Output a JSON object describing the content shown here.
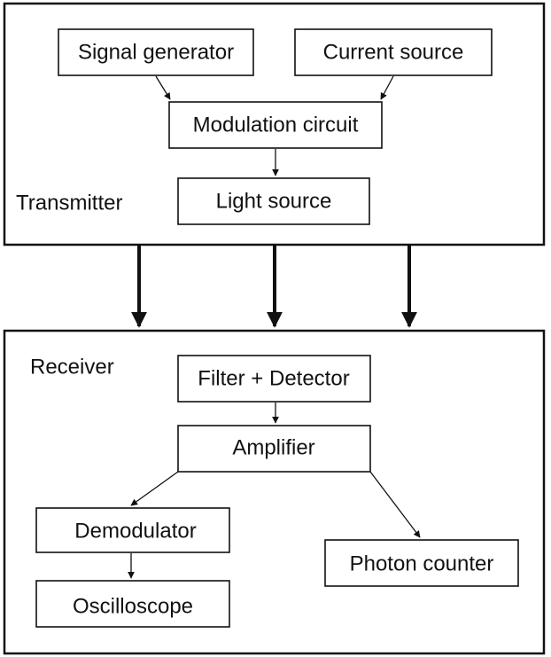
{
  "transmitter": {
    "label": "Transmitter",
    "signal_generator": "Signal generator",
    "current_source": "Current source",
    "modulation_circuit": "Modulation circuit",
    "light_source": "Light source"
  },
  "receiver": {
    "label": "Receiver",
    "filter_detector": "Filter + Detector",
    "amplifier": "Amplifier",
    "demodulator": "Demodulator",
    "oscilloscope": "Oscilloscope",
    "photon_counter": "Photon counter"
  }
}
